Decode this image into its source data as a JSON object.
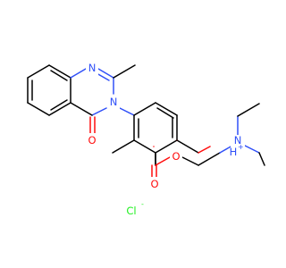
{
  "molecule": {
    "atoms": {
      "n_ring_top": "N",
      "n_ring_mid": "N",
      "o_carbonyl_ring": "O",
      "o_carbonyl_ester": "O",
      "o_ester": "O",
      "n_ammonium": "N",
      "n_ammonium_h": "H",
      "n_ammonium_charge": "+",
      "chloride": "Cl",
      "chloride_charge": "-"
    },
    "colors": {
      "carbon_bond": "#000000",
      "nitrogen": "#3050F8",
      "oxygen": "#FF0D0D",
      "chlorine": "#1FF01F"
    }
  }
}
